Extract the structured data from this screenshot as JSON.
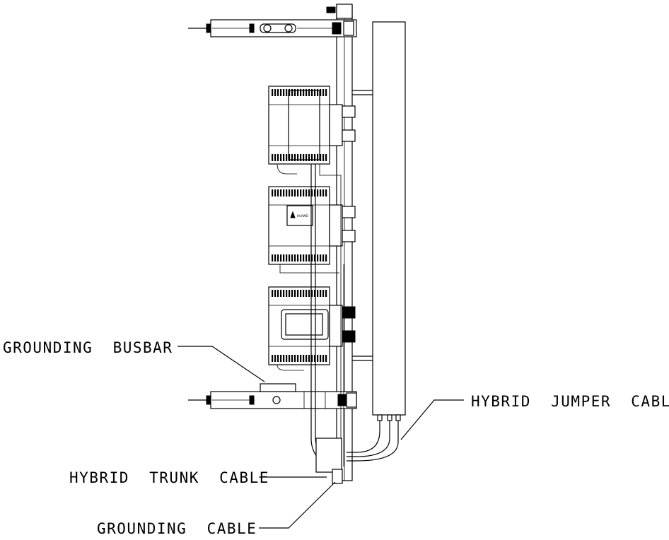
{
  "labels": {
    "grounding_busbar": "GROUNDING  BUSBAR",
    "hybrid_jumper_cable": "HYBRID  JUMPER  CABLE",
    "hybrid_trunk_cable": "HYBRID  TRUNK  CABLE",
    "grounding_cable": "GROUNDING  CABLE"
  },
  "brand_logo_text": "HUAWEI"
}
